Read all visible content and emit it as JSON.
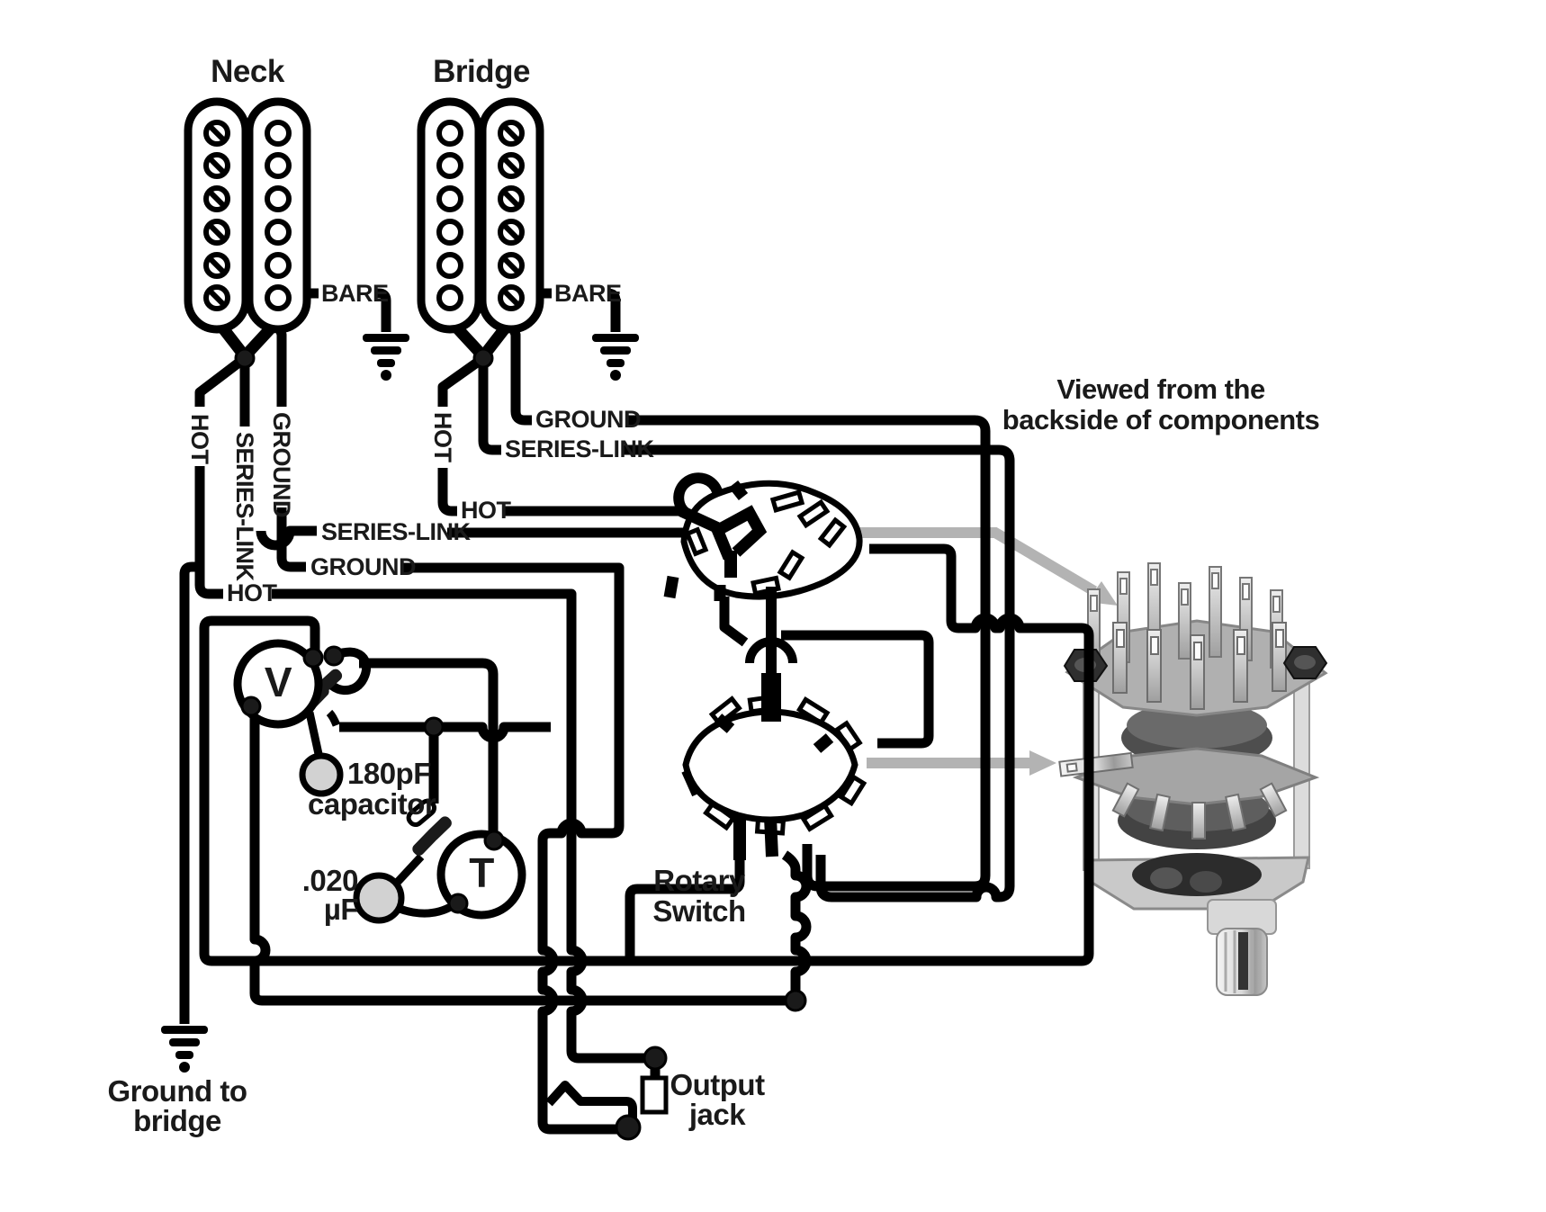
{
  "diagram_title": "Two humbucker rotary-switch guitar wiring diagram",
  "pickups": {
    "neck": "Neck",
    "bridge": "Bridge"
  },
  "wire_labels": {
    "bare": "BARE",
    "hot": "HOT",
    "series_link": "SERIES-LINK",
    "ground": "GROUND"
  },
  "components": {
    "volume_label": "V",
    "tone_label": "T",
    "cap1_line1": "180pF",
    "cap1_line2": "capacitor",
    "cap2_line1": ".020",
    "cap2_line2": "µF",
    "rotary_line1": "Rotary",
    "rotary_line2": "Switch",
    "ground_bridge_line1": "Ground to",
    "ground_bridge_line2": "bridge",
    "output_line1": "Output",
    "output_line2": "jack"
  },
  "note": {
    "line1": "Viewed from the",
    "line2": "backside of components"
  },
  "colors": {
    "wire": "#000000",
    "arrow": "#b3b3b3",
    "capacitor_fill": "#d2d2d2",
    "photo_plate": "#b0b0b0"
  }
}
